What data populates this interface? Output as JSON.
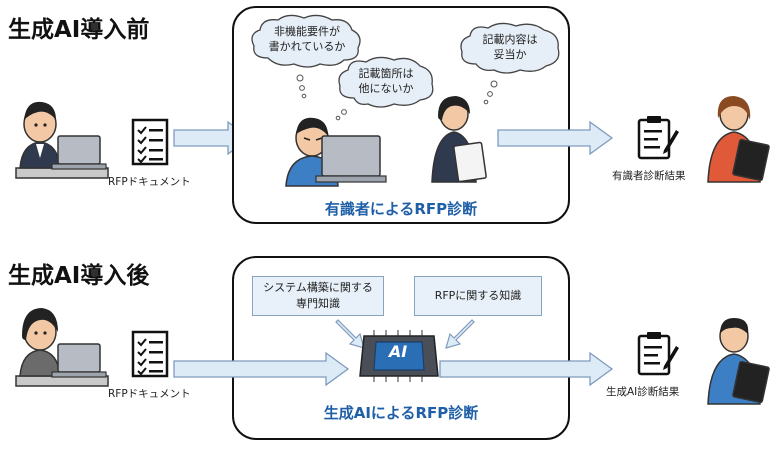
{
  "before": {
    "title": "生成AI導入前",
    "doc_label": "RFPドキュメント",
    "thought_1": [
      "非機能要件が",
      "書かれているか"
    ],
    "thought_2": [
      "記載箇所は",
      "他にないか"
    ],
    "thought_3": [
      "記載内容は",
      "妥当か"
    ],
    "panel_caption": "有識者によるRFP診断",
    "result_label": "有識者診断結果"
  },
  "after": {
    "title": "生成AI導入後",
    "doc_label": "RFPドキュメント",
    "knowledge_1": [
      "システム構築に関する",
      "専門知識"
    ],
    "knowledge_2": "RFPに関する知識",
    "chip_label": "AI",
    "panel_caption": "生成AIによるRFP診断",
    "result_label": "生成AI診断結果"
  },
  "colors": {
    "arrow_fill": "#ddebf7",
    "arrow_stroke": "#7f9bbd",
    "caption_blue": "#1f5fa8",
    "cloud_fill": "#e6eef7",
    "chip_blue": "#2a6fb5"
  }
}
